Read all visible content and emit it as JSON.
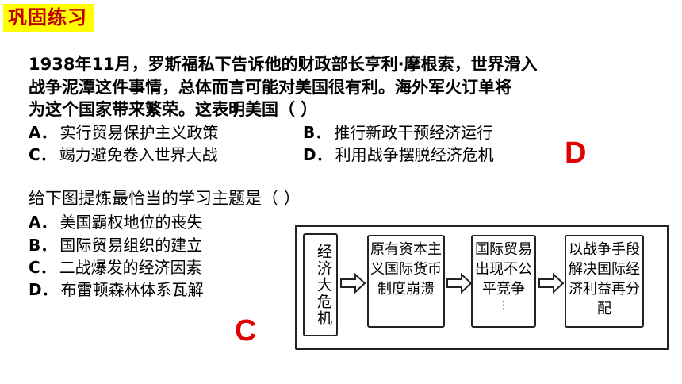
{
  "header": {
    "title": "巩固练习"
  },
  "q1": {
    "lines": [
      "1938年11月，罗斯福私下告诉他的财政部长亨利·摩根索，世界滑入",
      "战争泥潭这件事情，总体而言可能对美国很有利。海外军火订单将",
      "为这个国家带来繁荣。这表明美国（    ）"
    ],
    "options": [
      {
        "key": "A．",
        "text": "实行贸易保护主义政策"
      },
      {
        "key": "B．",
        "text": "推行新政干预经济运行"
      },
      {
        "key": "C．",
        "text": "竭力避免卷入世界大战"
      },
      {
        "key": "D．",
        "text": "利用战争摆脱经济危机"
      }
    ],
    "answer": "D"
  },
  "q2": {
    "stem": "给下图提炼最恰当的学习主题是（    ）",
    "options": [
      {
        "key": "A．",
        "text": "美国霸权地位的丧失"
      },
      {
        "key": "B．",
        "text": "国际贸易组织的建立"
      },
      {
        "key": "C．",
        "text": "二战爆发的经济因素"
      },
      {
        "key": "D．",
        "text": "布雷顿森林体系瓦解"
      }
    ],
    "answer": "C"
  },
  "diagram": {
    "box1": "经济大危机",
    "box2": "原有资本主义国际货币制度崩溃",
    "box3": "国际贸易出现不公平竞争",
    "box3_dots": "⋮",
    "box4": "以战争手段解决国际经济利益再分配"
  }
}
